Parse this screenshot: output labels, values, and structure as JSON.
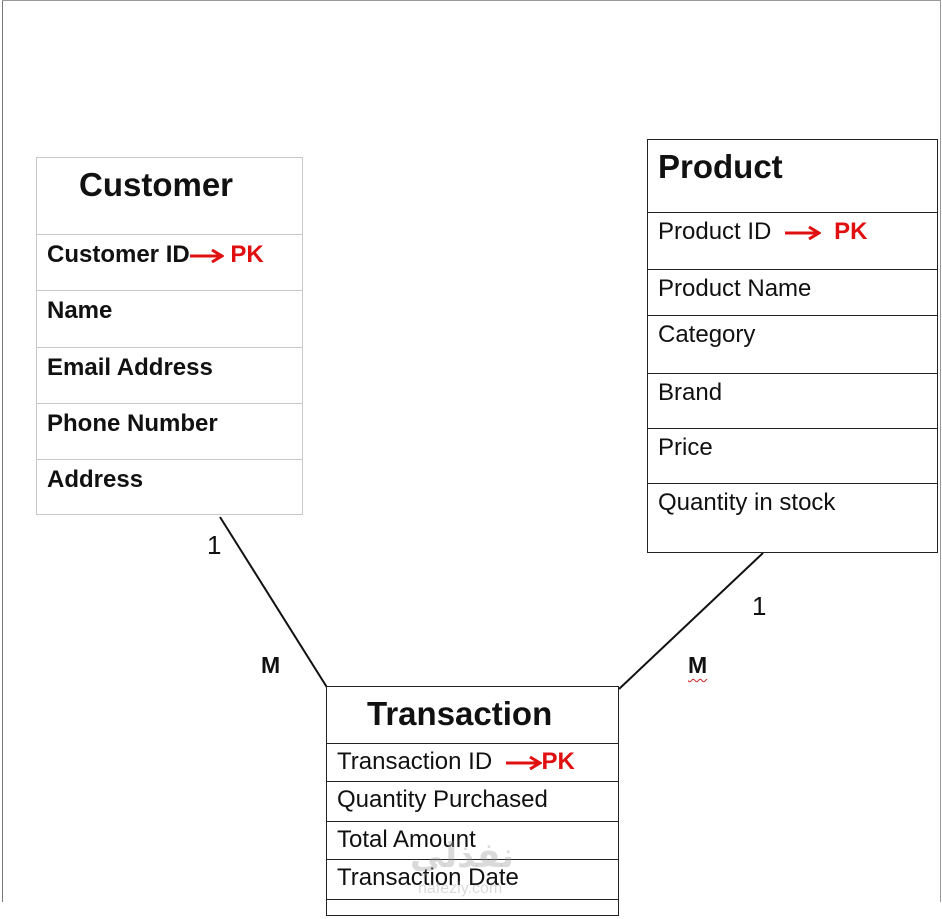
{
  "customer": {
    "title": "Customer",
    "rows": [
      "Customer ID",
      "Name",
      "Email Address",
      "Phone Number",
      "Address"
    ],
    "pk_label": "PK"
  },
  "product": {
    "title": "Product",
    "rows": [
      "Product ID",
      "Product Name",
      "Category",
      "Brand",
      "Price",
      "Quantity in stock"
    ],
    "pk_label": "PK"
  },
  "transaction": {
    "title": "Transaction",
    "rows": [
      "Transaction ID",
      "Quantity Purchased",
      "Total Amount",
      "Transaction Date"
    ],
    "pk_label": "PK"
  },
  "relationships": {
    "customer_side": "1",
    "customer_transaction_side": "M",
    "product_side": "1",
    "product_transaction_side": "M"
  },
  "watermark": {
    "logo_text": "نفذلي",
    "sub_text": "nafezly.com"
  },
  "colors": {
    "pk": "#e01010",
    "border": "#222222",
    "light_border": "#c8c8c8"
  }
}
